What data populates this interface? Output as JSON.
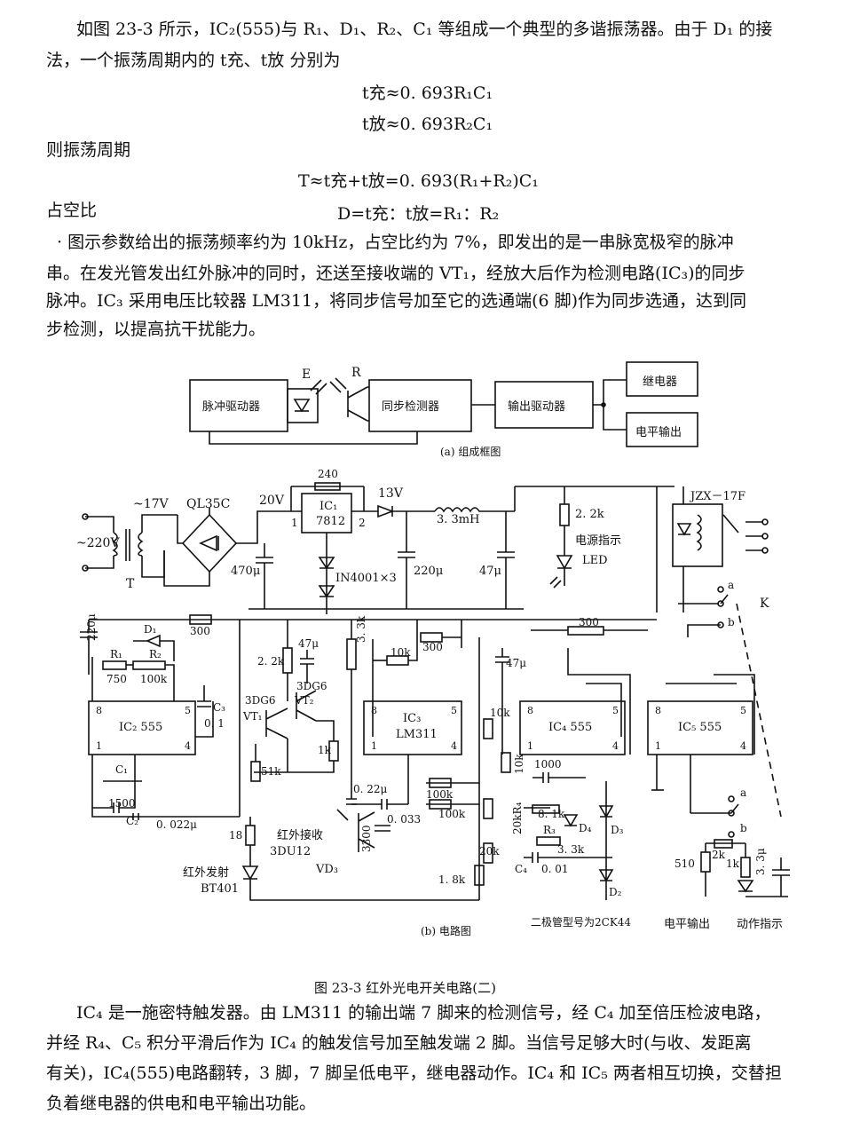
{
  "intro": {
    "line1": "如图 23-3 所示，IC₂(555)与 R₁、D₁、R₂、C₁ 等组成一个典型的多谐振荡器。由于 D₁ 的接",
    "line2": "法，一个振荡周期内的 t充、t放 分别为"
  },
  "formulas": {
    "t_charge": "t充≈0. 693R₁C₁",
    "t_discharge": "t放≈0. 693R₂C₁",
    "period_label": "则振荡周期",
    "period": "T≈t充+t放=0. 693(R₁+R₂)C₁",
    "duty_label": "占空比",
    "duty": "D=t充：t放=R₁：R₂"
  },
  "para2": {
    "line1": "· 图示参数给出的振荡频率约为 10kHz，占空比约为 7%，即发出的是一串脉宽极窄的脉冲",
    "line2": "串。在发光管发出红外脉冲的同时，还送至接收端的 VT₁，经放大后作为检测电路(IC₃)的同步",
    "line3": "脉冲。IC₃ 采用电压比较器 LM311，将同步信号加至它的选通端(6 脚)作为同步选通，达到同",
    "line4": "步检测，以提高抗干扰能力。"
  },
  "block_diagram": {
    "pulse_driver": "脉冲驱动器",
    "sync_detector": "同步检测器",
    "output_driver": "输出驱动器",
    "relay": "继电器",
    "level_output": "电平输出",
    "label_e": "E",
    "label_r": "R",
    "caption": "(a) 组成框图"
  },
  "circuit": {
    "caption": "(b) 电路图",
    "ac_input": "~220V",
    "ac_secondary": "~17V",
    "bridge": "QL35C",
    "transformer": "T",
    "v20": "20V",
    "v13": "13V",
    "r240": "240",
    "ic1": "IC₁",
    "ic1_type": "7812",
    "pin1": "1",
    "pin2": "2",
    "diodes": "IN4001×3",
    "c470": "470μ",
    "c220": "220μ",
    "inductor": "3. 3mH",
    "c47": "47μ",
    "r2k2": "2. 2k",
    "power_ind": "电源指示",
    "led": "LED",
    "relay_type": "JZX－17F",
    "switch_k": "K",
    "sw_a": "a",
    "sw_b": "b",
    "r300a": "300",
    "r300b": "300",
    "r300c": "300",
    "c220u": "220μ",
    "d1": "D₁",
    "r1": "R₁",
    "r1_val": "750",
    "r2": "R₂",
    "r2_val": "100k",
    "c3": "C₃",
    "c3_val": "0. 1",
    "ic2": "IC₂  555",
    "c1": "C₁",
    "c1_val": "1500",
    "c2": "C₂",
    "c2_val": "0. 022μ",
    "r18": "18",
    "ir_emit": "红外发射",
    "bt401": "BT401",
    "r2k2b": "2. 2k",
    "c47b": "47μ",
    "r3k3": "3. 3k",
    "vt2_type": "3DG6",
    "vt2": "VT₂",
    "vt1_type": "3DG6",
    "vt1": "VT₁",
    "r1k": "1k",
    "r51k": "51k",
    "c022": "0. 22μ",
    "ir_recv": "红外接收",
    "vd3_type": "3DU12",
    "vd3": "VD₃",
    "r3300": "3300",
    "c0033": "0. 033",
    "r10k": "10k",
    "ic3": "IC₃",
    "ic3_type": "LM311",
    "r100ka": "100k",
    "r100kb": "100k",
    "r10kb": "10k",
    "r10kc": "10k",
    "r20k": "20k",
    "r20kr4": "20kR₄",
    "r1k8": "1. 8k",
    "c47c": "47μ",
    "ic4": "IC₄  555",
    "c1000": "1000",
    "r8k1": "8. 1k",
    "d4": "D₄",
    "d3": "D₃",
    "r3": "R₃",
    "r3_val": "3. 3k",
    "c4": "C₄",
    "c4_val": "0. 01",
    "d2": "D₂",
    "diode_type": "二极管型号为2CK44",
    "ic5": "IC₅  555",
    "r510": "510",
    "r2kb": "2k",
    "r1kb": "1k",
    "c33": "3. 3μ",
    "level_out": "电平输出",
    "action_ind": "动作指示",
    "p8": "8",
    "p5": "5",
    "p1": "1",
    "p4": "4"
  },
  "figure_title": "图 23-3    红外光电开关电路(二)",
  "para3": {
    "line1": "IC₄ 是一施密特触发器。由 LM311 的输出端 7 脚来的检测信号，经 C₄ 加至倍压检波电路，",
    "line2": "并经 R₄、C₅ 积分平滑后作为 IC₄ 的触发信号加至触发端 2 脚。当信号足够大时(与收、发距离",
    "line3": "有关)，IC₄(555)电路翻转，3 脚，7 脚呈低电平，继电器动作。IC₄ 和 IC₅ 两者相互切换，交替担",
    "line4": "负着继电器的供电和电平输出功能。"
  }
}
